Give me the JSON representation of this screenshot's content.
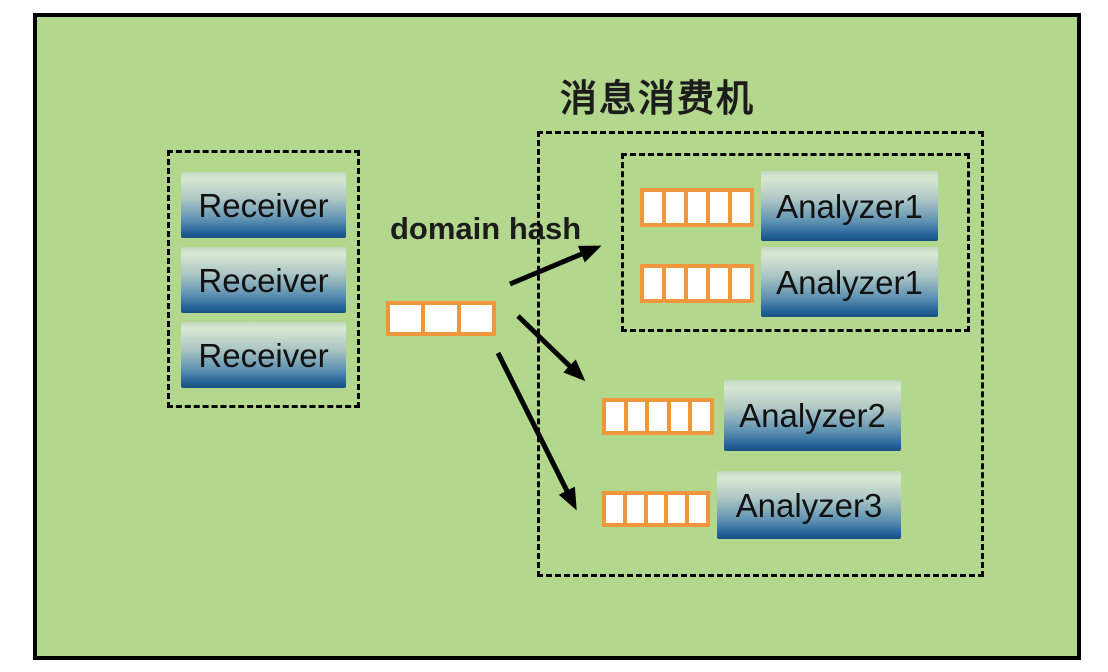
{
  "title": "消息消费机",
  "hash_label": "domain hash",
  "receivers": [
    {
      "label": "Receiver"
    },
    {
      "label": "Receiver"
    },
    {
      "label": "Receiver"
    }
  ],
  "input_queue": {
    "cells": 3
  },
  "consumer": {
    "analyzer1_rows": [
      {
        "label": "Analyzer1",
        "queue_cells": 5
      },
      {
        "label": "Analyzer1",
        "queue_cells": 5
      }
    ],
    "rows": [
      {
        "label": "Analyzer2",
        "queue_cells": 5
      },
      {
        "label": "Analyzer3",
        "queue_cells": 5
      }
    ]
  },
  "arrow_count": 3,
  "colors": {
    "canvas-bg": "#b3d78d",
    "queue-orange": "#f0963c",
    "queue-cell-white": "#ffffff",
    "box-grad-top": "#d8e8d2",
    "box-grad-bottom": "#175180",
    "arrow-black": "#000000",
    "text-dark": "#1c1c1c"
  }
}
